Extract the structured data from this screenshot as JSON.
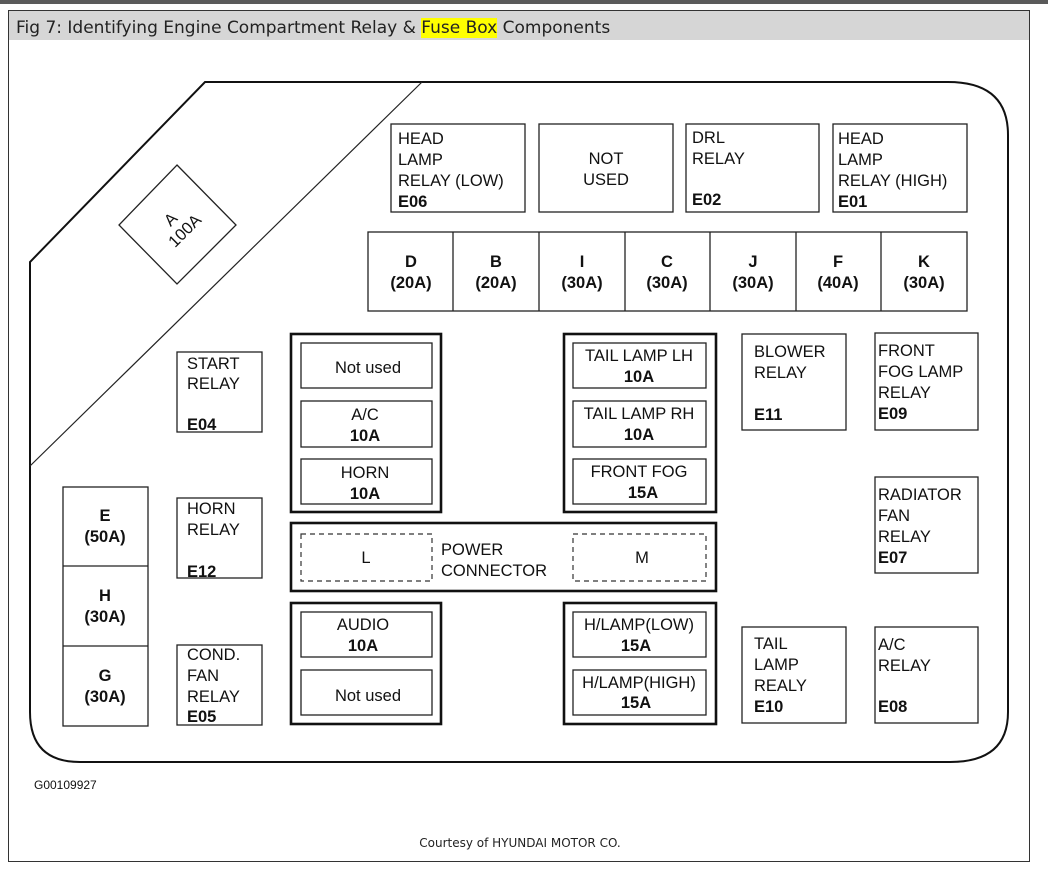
{
  "caption": {
    "prefix": "Fig 7: Identifying Engine Compartment Relay & ",
    "highlight": "Fuse Box",
    "suffix": " Components"
  },
  "diagram": {
    "fuse_a": {
      "line1": "A",
      "line2": "100A"
    },
    "relays_top": [
      {
        "lines": [
          "HEAD",
          "LAMP",
          "RELAY (LOW)"
        ],
        "code": "E06"
      },
      {
        "lines": [
          "NOT",
          "USED"
        ],
        "code": ""
      },
      {
        "lines": [
          "DRL",
          "RELAY"
        ],
        "code": "E02"
      },
      {
        "lines": [
          "HEAD",
          "LAMP",
          "RELAY (HIGH)"
        ],
        "code": "E01"
      }
    ],
    "fuse_row": [
      {
        "letter": "D",
        "rating": "(20A)"
      },
      {
        "letter": "B",
        "rating": "(20A)"
      },
      {
        "letter": "I",
        "rating": "(30A)"
      },
      {
        "letter": "C",
        "rating": "(30A)"
      },
      {
        "letter": "J",
        "rating": "(30A)"
      },
      {
        "letter": "F",
        "rating": "(40A)"
      },
      {
        "letter": "K",
        "rating": "(30A)"
      }
    ],
    "start_relay": {
      "lines": [
        "START",
        "RELAY"
      ],
      "code": "E04"
    },
    "horn_relay": {
      "lines": [
        "HORN",
        "RELAY"
      ],
      "code": "E12"
    },
    "cond_fan_relay": {
      "lines": [
        "COND.",
        "FAN",
        "RELAY"
      ],
      "code": "E05"
    },
    "left_fuses": [
      {
        "letter": "E",
        "rating": "(50A)"
      },
      {
        "letter": "H",
        "rating": "(30A)"
      },
      {
        "letter": "G",
        "rating": "(30A)"
      }
    ],
    "left_group": [
      {
        "label": "Not used",
        "rating": ""
      },
      {
        "label": "A/C",
        "rating": "10A"
      },
      {
        "label": "HORN",
        "rating": "10A"
      }
    ],
    "right_group": [
      {
        "label": "TAIL LAMP LH",
        "rating": "10A"
      },
      {
        "label": "TAIL LAMP RH",
        "rating": "10A"
      },
      {
        "label": "FRONT FOG",
        "rating": "15A"
      }
    ],
    "power_connector": {
      "left": "L",
      "line1": "POWER",
      "line2": "CONNECTOR",
      "right": "M"
    },
    "bottom_left_group": [
      {
        "label": "AUDIO",
        "rating": "10A"
      },
      {
        "label": "Not used",
        "rating": ""
      }
    ],
    "bottom_right_group": [
      {
        "label": "H/LAMP(LOW)",
        "rating": "15A"
      },
      {
        "label": "H/LAMP(HIGH)",
        "rating": "15A"
      }
    ],
    "blower_relay": {
      "lines": [
        "BLOWER",
        "RELAY"
      ],
      "code": "E11"
    },
    "front_fog_relay": {
      "lines": [
        "FRONT",
        "FOG LAMP",
        "RELAY"
      ],
      "code": "E09"
    },
    "radiator_fan_relay": {
      "lines": [
        "RADIATOR",
        "FAN",
        "RELAY"
      ],
      "code": "E07"
    },
    "tail_lamp_relay": {
      "lines": [
        "TAIL",
        "LAMP",
        "REALY"
      ],
      "code": "E10"
    },
    "ac_relay": {
      "lines": [
        "A/C",
        "RELAY"
      ],
      "code": "E08"
    },
    "figure_id": "G00109927"
  },
  "credit": "Courtesy of HYUNDAI MOTOR CO."
}
